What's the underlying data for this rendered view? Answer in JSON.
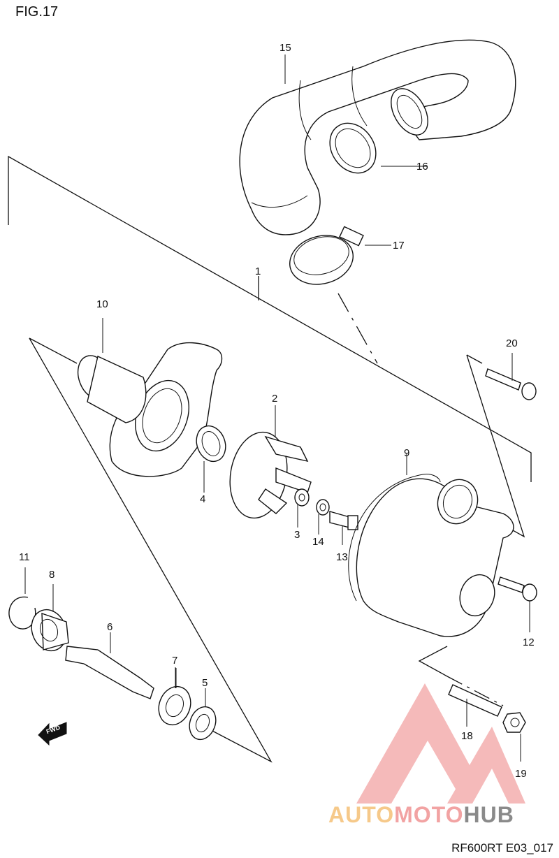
{
  "figure_title": "FIG.17",
  "footer_code": "RF600RT E03_017",
  "watermark": {
    "part1": "AUTO",
    "part2": "MOTO",
    "part3": "HUB",
    "color_orange": "#f6c98a",
    "color_red": "#f2a3a3",
    "color_grey": "#8a8a8a"
  },
  "callouts": {
    "c1": "1",
    "c2": "2",
    "c3": "3",
    "c4": "4",
    "c5": "5",
    "c6": "6",
    "c7": "7",
    "c8": "8",
    "c9": "9",
    "c10": "10",
    "c11": "11",
    "c12": "12",
    "c13": "13",
    "c14": "14",
    "c15": "15",
    "c16": "16",
    "c17": "17",
    "c18": "18",
    "c19": "19",
    "c20": "20"
  },
  "fwd_label": "FWD"
}
